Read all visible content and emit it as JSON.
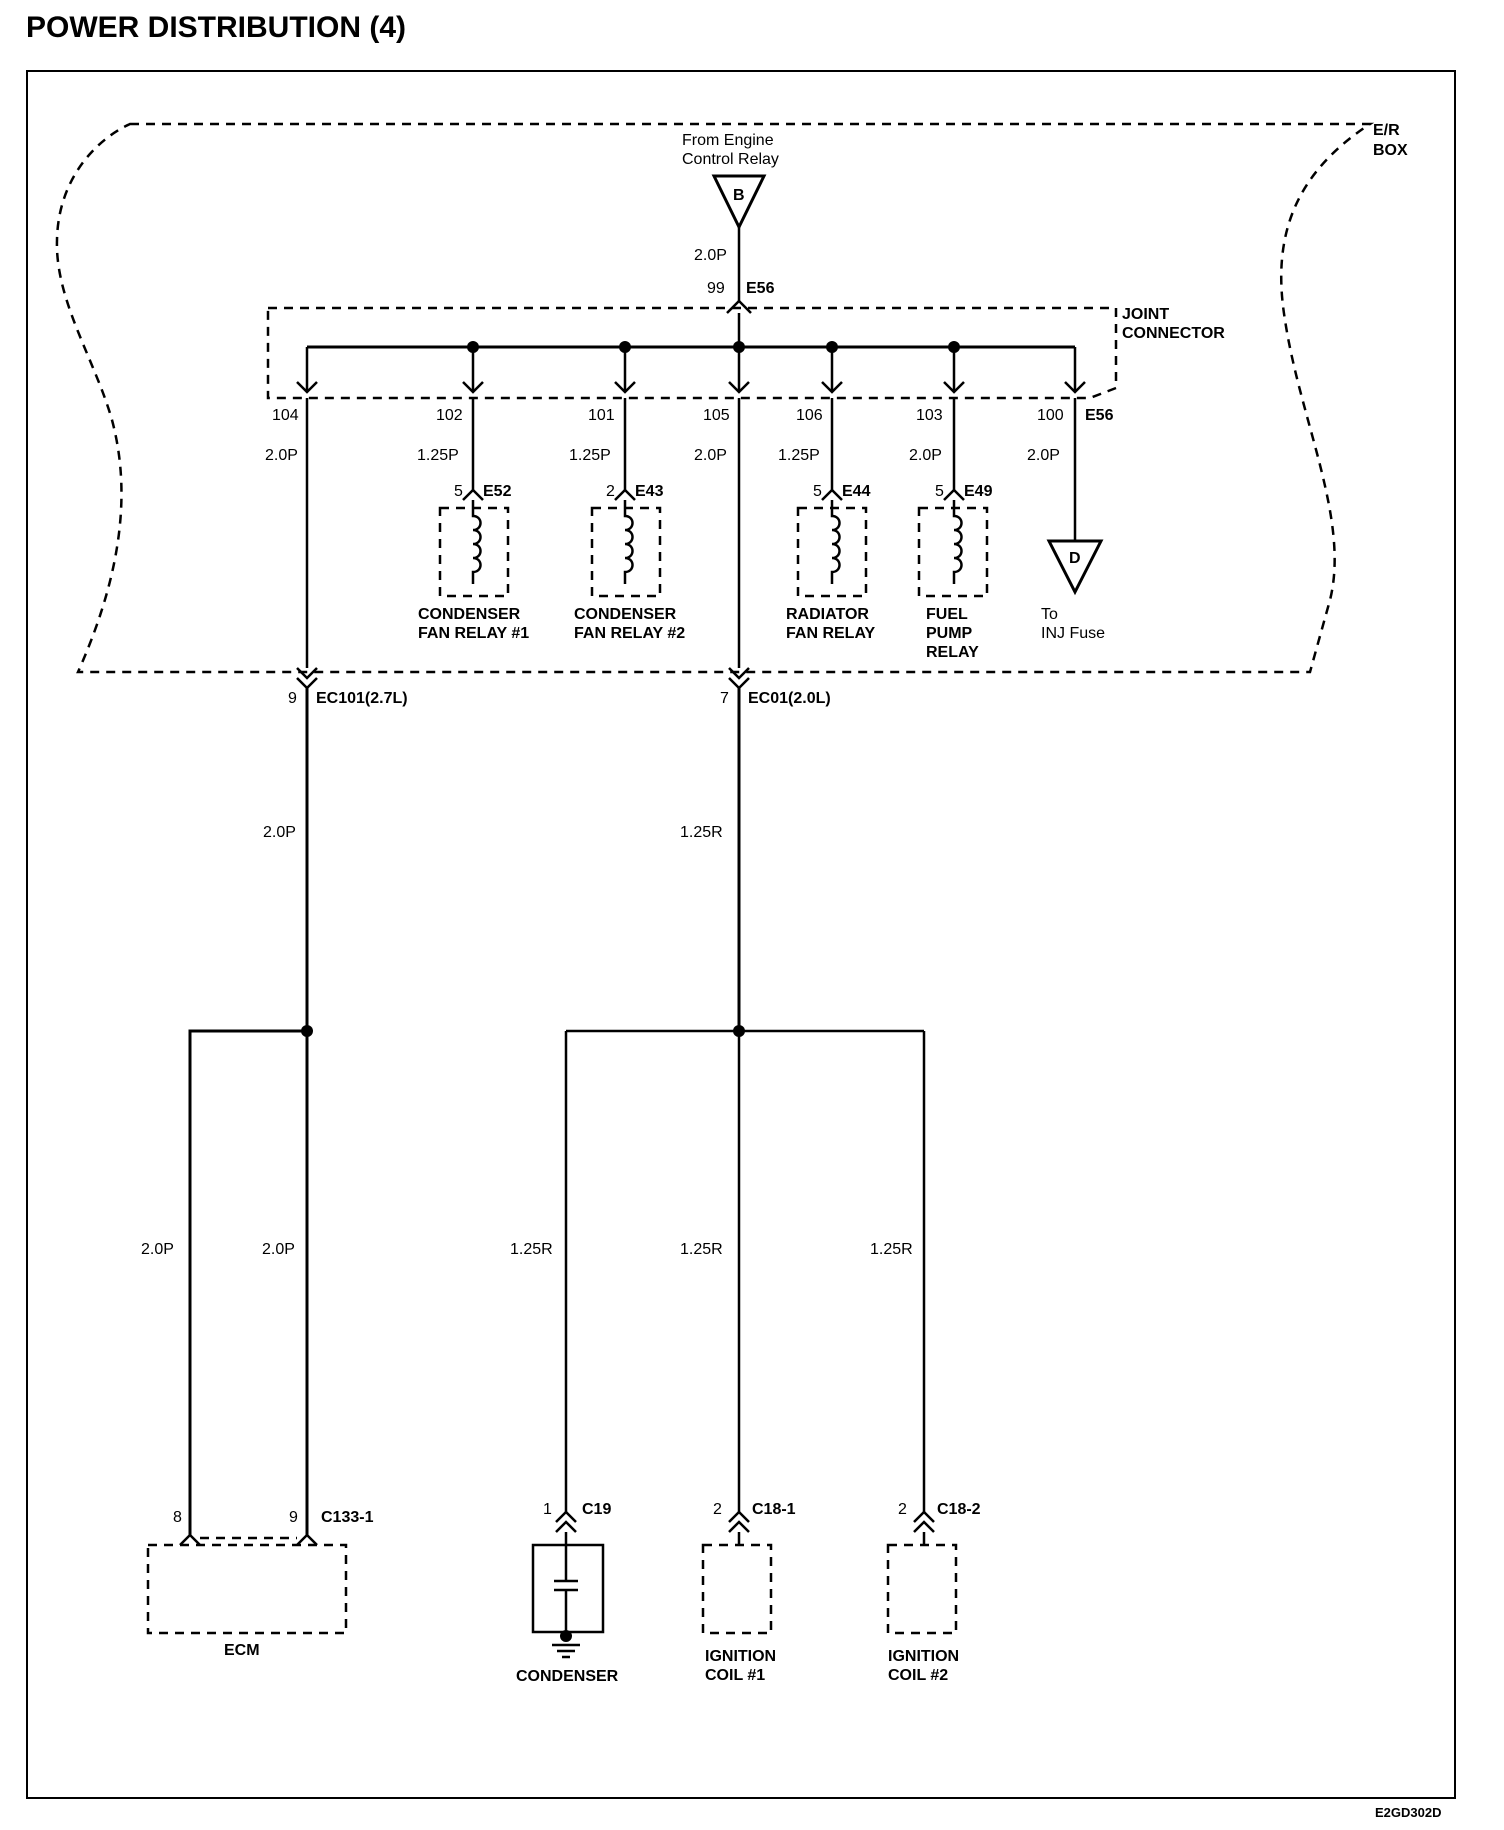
{
  "title": "POWER DISTRIBUTION (4)",
  "er_box": {
    "line1": "E/R",
    "line2": "BOX"
  },
  "source": {
    "line1": "From Engine",
    "line2": "Control Relay",
    "symbol": "B",
    "wire": "2.0P",
    "pin": "99",
    "connector": "E56"
  },
  "joint_connector": {
    "line1": "JOINT",
    "line2": "CONNECTOR"
  },
  "branches": [
    {
      "pin": "104",
      "wire": "2.0P"
    },
    {
      "pin": "102",
      "wire": "1.25P",
      "relay_pin": "5",
      "relay_conn": "E52",
      "name1": "CONDENSER",
      "name2": "FAN RELAY #1"
    },
    {
      "pin": "101",
      "wire": "1.25P",
      "relay_pin": "2",
      "relay_conn": "E43",
      "name1": "CONDENSER",
      "name2": "FAN RELAY #2"
    },
    {
      "pin": "105",
      "wire": "2.0P"
    },
    {
      "pin": "106",
      "wire": "1.25P",
      "relay_pin": "5",
      "relay_conn": "E44",
      "name1": "RADIATOR",
      "name2": "FAN RELAY"
    },
    {
      "pin": "103",
      "wire": "2.0P",
      "relay_pin": "5",
      "relay_conn": "E49",
      "name1": "FUEL",
      "name2": "PUMP",
      "name3": "RELAY"
    },
    {
      "pin": "100",
      "wire": "2.0P",
      "conn": "E56"
    }
  ],
  "inj_fuse": {
    "symbol": "D",
    "line1": "To",
    "line2": "INJ Fuse"
  },
  "ec101": {
    "pin": "9",
    "connector": "EC101(2.7L)",
    "wire": "2.0P"
  },
  "ec01": {
    "pin": "7",
    "connector": "EC01(2.0L)",
    "wire": "1.25R"
  },
  "ecm": {
    "wire_a": "2.0P",
    "wire_b": "2.0P",
    "pin_a": "8",
    "pin_b": "9",
    "connector": "C133-1",
    "label": "ECM"
  },
  "condenser": {
    "wire": "1.25R",
    "pin": "1",
    "connector": "C19",
    "label": "CONDENSER"
  },
  "coil1": {
    "wire": "1.25R",
    "pin": "2",
    "connector": "C18-1",
    "line1": "IGNITION",
    "line2": "COIL #1"
  },
  "coil2": {
    "wire": "1.25R",
    "pin": "2",
    "connector": "C18-2",
    "line1": "IGNITION",
    "line2": "COIL #2"
  },
  "figure_code": "E2GD302D"
}
